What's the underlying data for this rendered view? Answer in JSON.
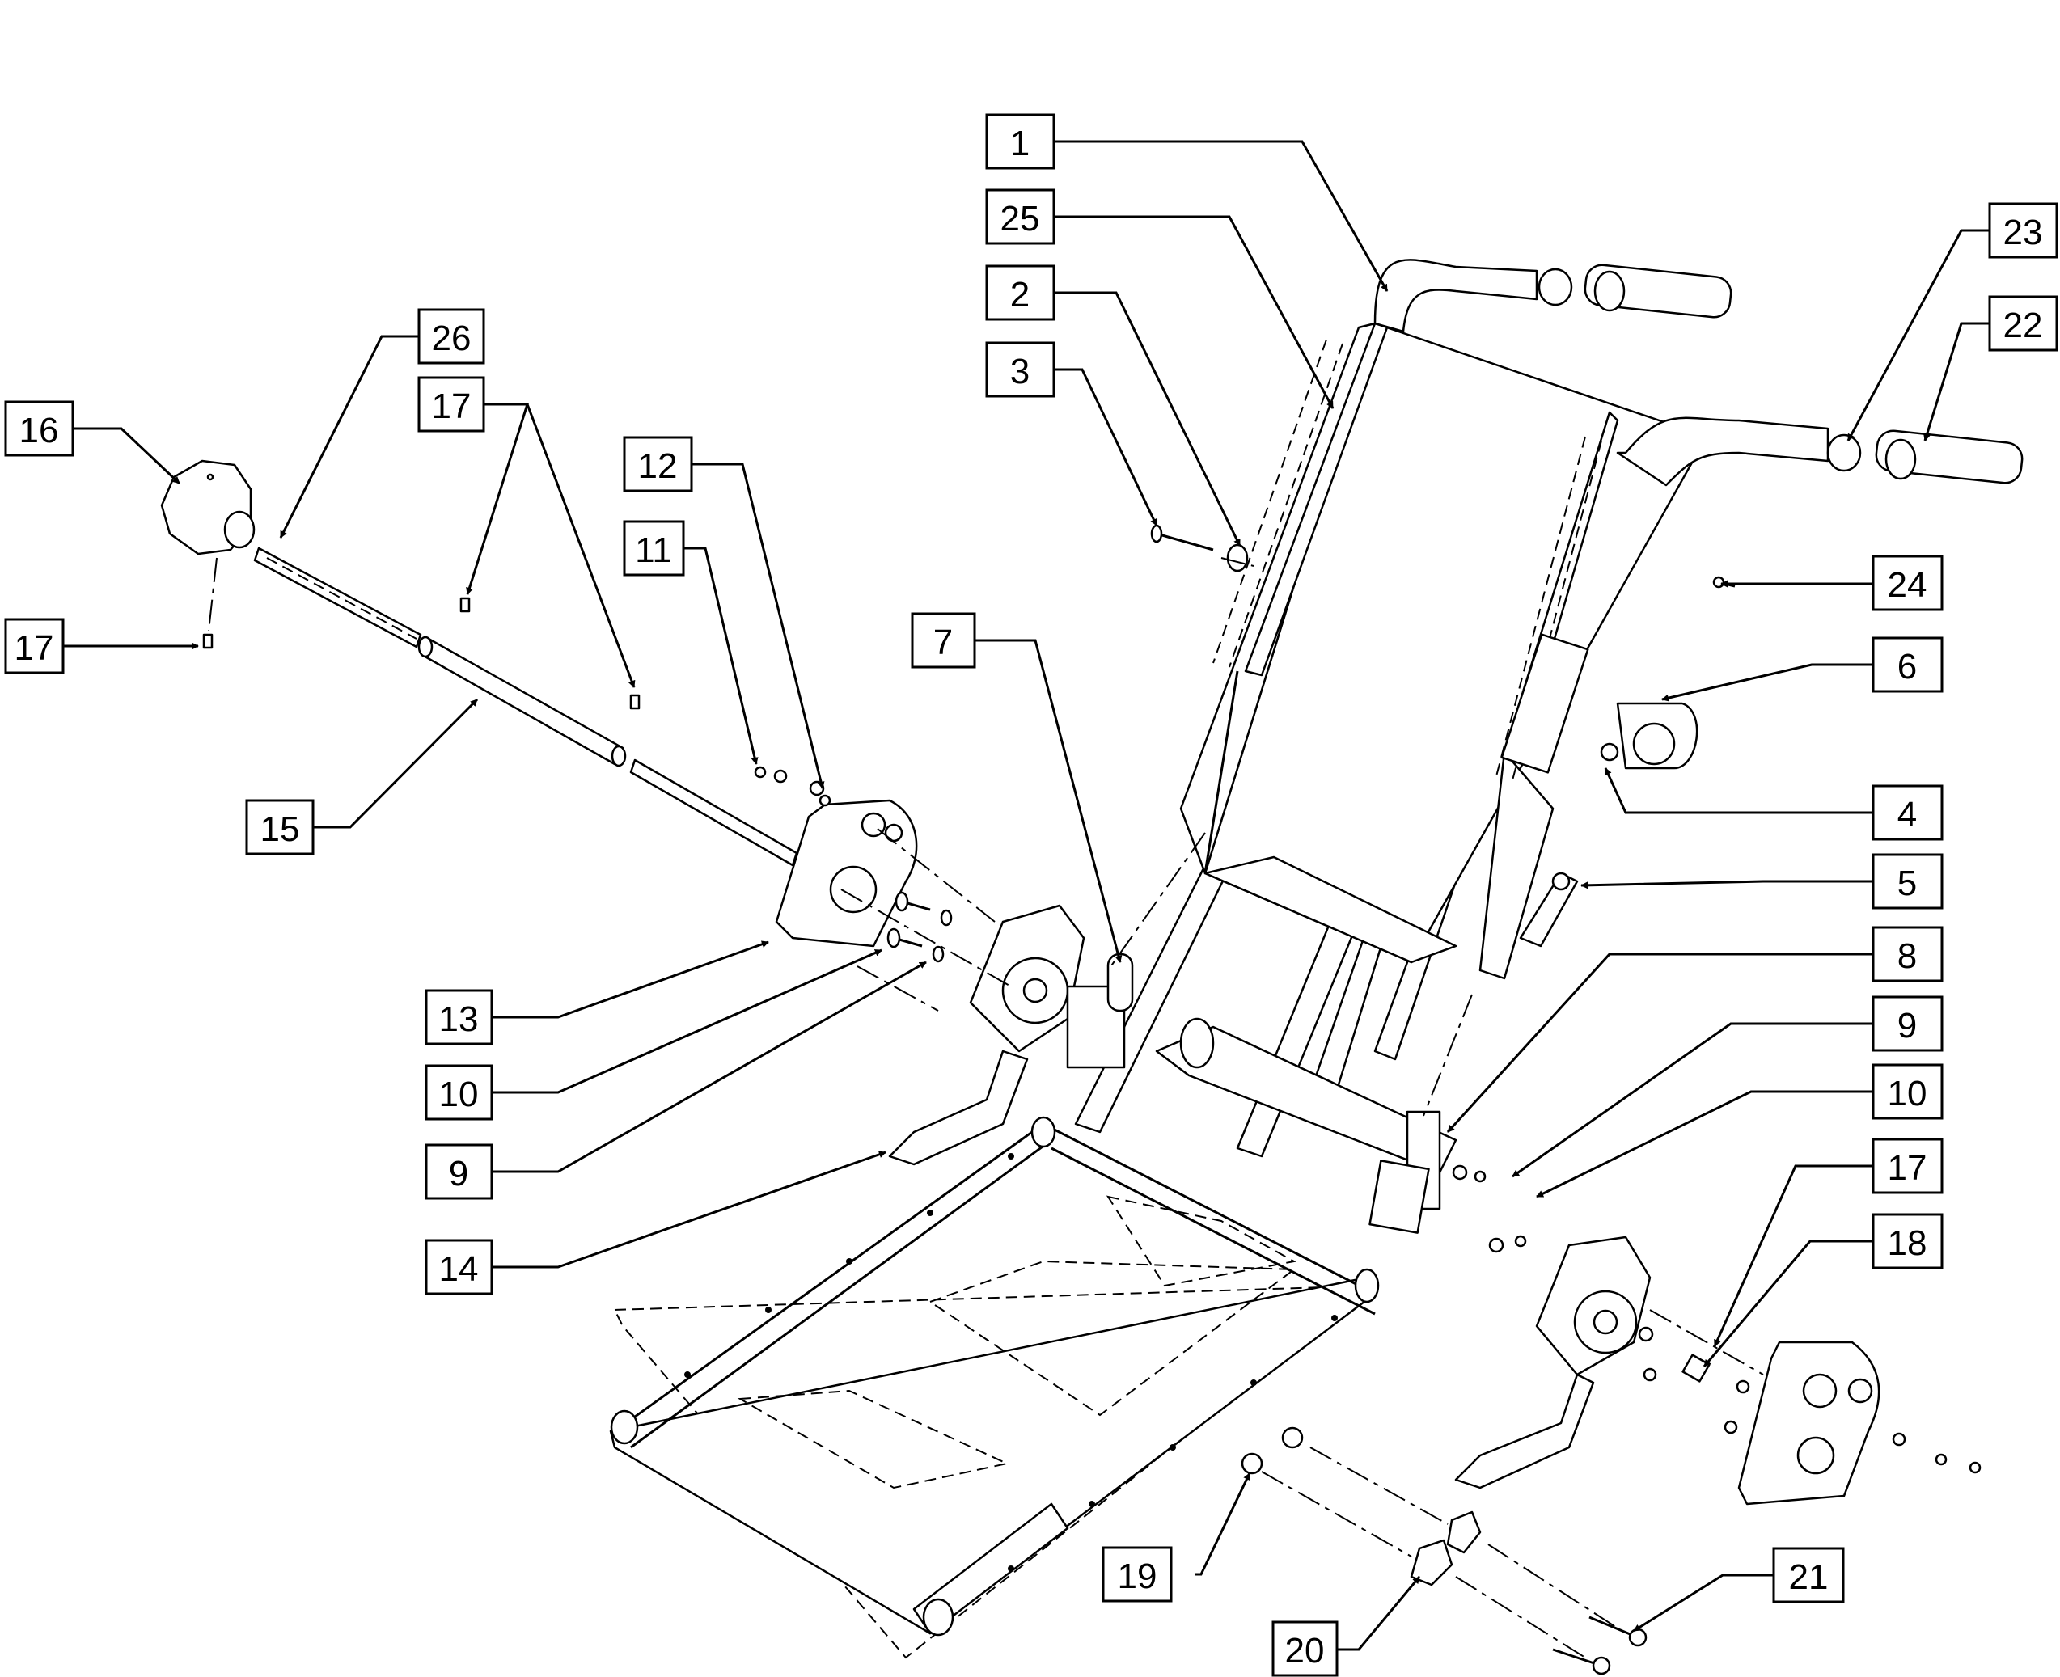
{
  "diagram": {
    "callouts": [
      {
        "id": "c1",
        "label": "1"
      },
      {
        "id": "c25",
        "label": "25"
      },
      {
        "id": "c2",
        "label": "2"
      },
      {
        "id": "c3",
        "label": "3"
      },
      {
        "id": "c23",
        "label": "23"
      },
      {
        "id": "c22",
        "label": "22"
      },
      {
        "id": "c26",
        "label": "26"
      },
      {
        "id": "c17a",
        "label": "17"
      },
      {
        "id": "c16",
        "label": "16"
      },
      {
        "id": "c12",
        "label": "12"
      },
      {
        "id": "c11",
        "label": "11"
      },
      {
        "id": "c17b",
        "label": "17"
      },
      {
        "id": "c7",
        "label": "7"
      },
      {
        "id": "c24",
        "label": "24"
      },
      {
        "id": "c6",
        "label": "6"
      },
      {
        "id": "c15",
        "label": "15"
      },
      {
        "id": "c4",
        "label": "4"
      },
      {
        "id": "c5",
        "label": "5"
      },
      {
        "id": "c8",
        "label": "8"
      },
      {
        "id": "c13",
        "label": "13"
      },
      {
        "id": "c9a",
        "label": "9"
      },
      {
        "id": "c10a",
        "label": "10"
      },
      {
        "id": "c10b",
        "label": "10"
      },
      {
        "id": "c9b",
        "label": "9"
      },
      {
        "id": "c17c",
        "label": "17"
      },
      {
        "id": "c18",
        "label": "18"
      },
      {
        "id": "c14",
        "label": "14"
      },
      {
        "id": "c19",
        "label": "19"
      },
      {
        "id": "c21",
        "label": "21"
      },
      {
        "id": "c20",
        "label": "20"
      }
    ]
  }
}
